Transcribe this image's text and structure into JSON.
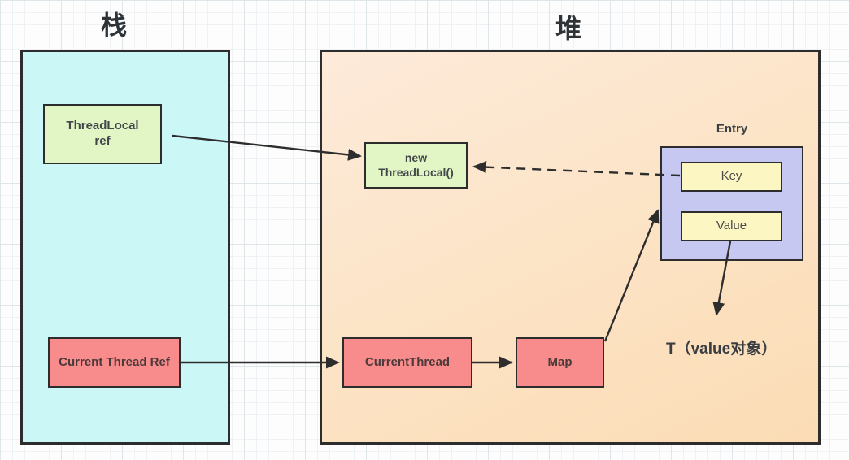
{
  "titles": {
    "stack": "栈",
    "heap": "堆"
  },
  "nodes": {
    "threadlocal_ref": "ThreadLocal\nref",
    "current_thread_ref": "Current Thread Ref",
    "new_threadlocal": "new\nThreadLocal()",
    "current_thread": "CurrentThread",
    "map": "Map",
    "entry": "Entry",
    "key": "Key",
    "value": "Value",
    "t_value_object": "T（value对象）"
  },
  "colors": {
    "stack_fill": "#cbf8f6",
    "heap_fill": "#fce3c4",
    "green_node_fill": "#e2f6c5",
    "red_node_fill": "#f88b8b",
    "purple_node_fill": "#c7c8f2",
    "yellow_node_fill": "#fcf6c3",
    "border": "#2d2d2d",
    "grid_line": "#dfe6ea"
  },
  "arrows": [
    {
      "from": "threadlocal_ref",
      "to": "new_threadlocal",
      "style": "solid"
    },
    {
      "from": "key",
      "to": "new_threadlocal",
      "style": "dashed"
    },
    {
      "from": "current_thread_ref",
      "to": "current_thread",
      "style": "solid"
    },
    {
      "from": "current_thread",
      "to": "map",
      "style": "solid"
    },
    {
      "from": "map",
      "to": "entry",
      "style": "solid"
    },
    {
      "from": "value",
      "to": "t_value_object",
      "style": "solid"
    }
  ]
}
